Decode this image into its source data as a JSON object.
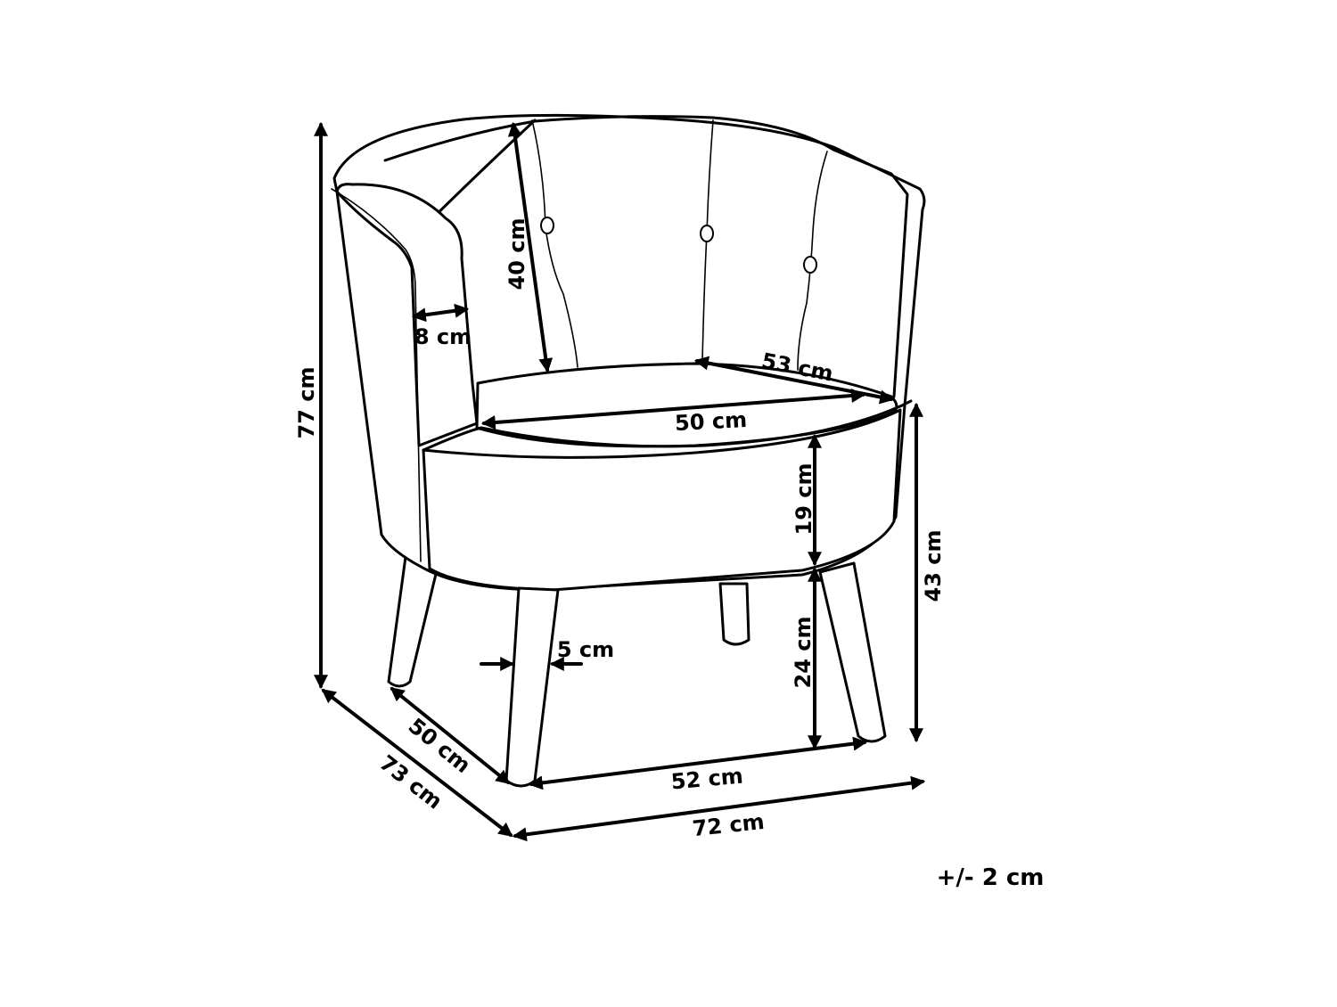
{
  "diagram": {
    "labels": {
      "total_height": "77 cm",
      "backrest_height": "40 cm",
      "armrest_width": "8 cm",
      "seat_depth": "53 cm",
      "seat_width": "50 cm",
      "seat_thickness": "19 cm",
      "seat_height": "43 cm",
      "leg_height": "24 cm",
      "leg_width": "5 cm",
      "leg_span_depth": "50 cm",
      "total_depth": "73 cm",
      "leg_span_width": "52 cm",
      "total_width": "72 cm",
      "tolerance": "+/- 2 cm"
    },
    "colors": {
      "line": "#000000",
      "background": "#ffffff"
    }
  }
}
